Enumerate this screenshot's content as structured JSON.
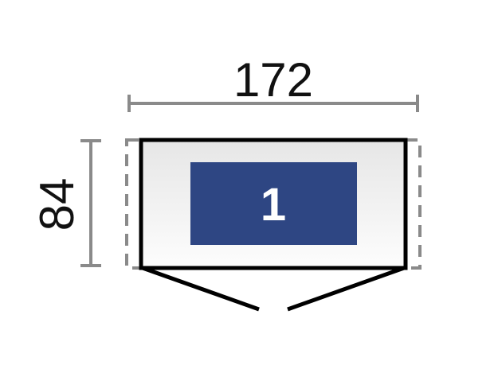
{
  "dimensions": {
    "width_label": "172",
    "depth_label": "84"
  },
  "panel": {
    "number": "1"
  },
  "colors": {
    "dimension_line": "#8a8a8a",
    "outline": "#000000",
    "panel_fill": "#2e4683",
    "panel_text": "#ffffff",
    "body_gradient_top": "#e6e6e6",
    "body_gradient_bottom": "#fdfdfd"
  }
}
